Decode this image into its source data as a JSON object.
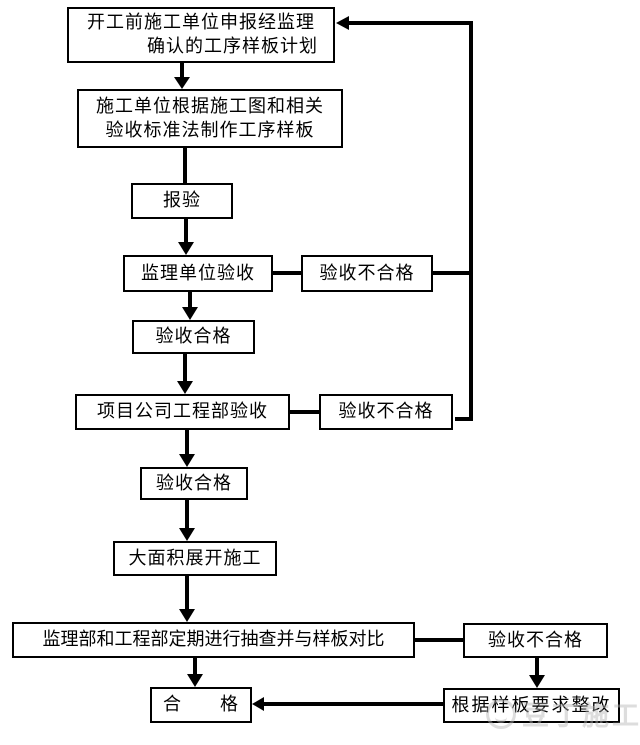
{
  "diagram": {
    "nodes": {
      "plan": {
        "line1": "开工前施工单位申报经监理",
        "line2": "确认的工序样板计划"
      },
      "make": {
        "line1": "施工单位根据施工图和相关",
        "line2": "验收标准法制作工序样板"
      },
      "submit": {
        "label": "报验"
      },
      "supervisor_accept": {
        "label": "监理单位验收"
      },
      "fail_supervisor": {
        "label": "验收不合格"
      },
      "pass_supervisor": {
        "label": "验收合格"
      },
      "project_accept": {
        "label": "项目公司工程部验收"
      },
      "fail_project": {
        "label": "验收不合格"
      },
      "pass_project": {
        "label": "验收合格"
      },
      "construct": {
        "label": "大面积展开施工"
      },
      "inspect": {
        "label": "监理部和工程部定期进行抽查并与样板对比"
      },
      "fail_inspect": {
        "label": "验收不合格"
      },
      "final_pass": {
        "label": "合　　格"
      },
      "rectify": {
        "label": "根据样板要求整改"
      }
    },
    "watermark": {
      "text": "豆丁施工"
    },
    "colors": {
      "line": "#000000",
      "background": "#ffffff",
      "watermark": "#b5b5b5"
    }
  }
}
